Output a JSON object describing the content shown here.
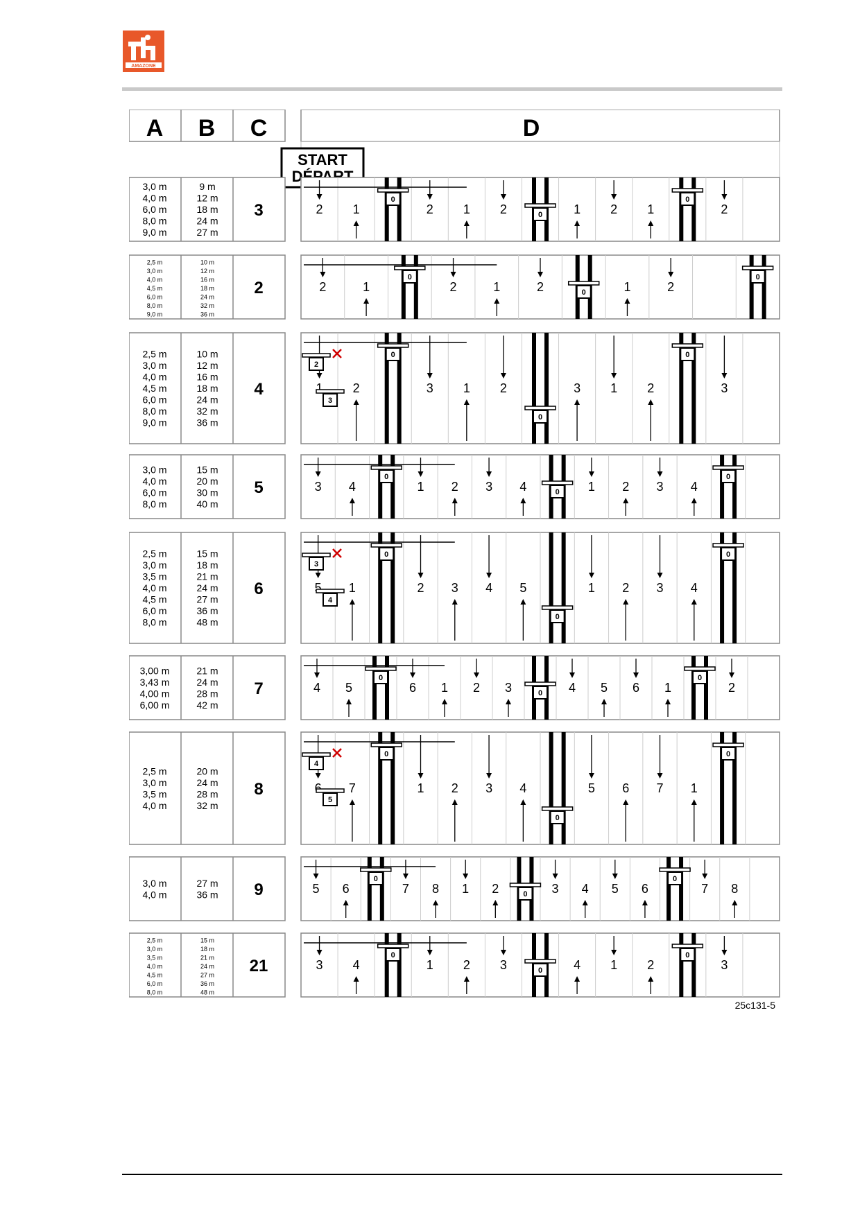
{
  "brand": {
    "logo_text": "AMAZONE",
    "color": "#e8582a"
  },
  "table": {
    "headers": {
      "a": "A",
      "b": "B",
      "c": "C",
      "d": "D"
    },
    "start_label": {
      "line1": "START",
      "line2": "DÉPART"
    },
    "figure_ref": "25c131-5",
    "rows": [
      {
        "a": [
          "3,0 m",
          "4,0 m",
          "6,0 m",
          "8,0 m",
          "9,0 m"
        ],
        "b": [
          "9 m",
          "12 m",
          "18 m",
          "24 m",
          "27 m"
        ],
        "c": "3",
        "track_numbers": [
          "2",
          "1",
          "2",
          "1",
          "2",
          "1",
          "2",
          "1",
          "2"
        ]
      },
      {
        "a": [
          "2,5 m",
          "3,0 m",
          "4,0 m",
          "4,5 m",
          "6,0 m",
          "8,0 m",
          "9,0 m"
        ],
        "b": [
          "10 m",
          "12 m",
          "16 m",
          "18 m",
          "24 m",
          "32 m",
          "36 m"
        ],
        "c": "2",
        "track_numbers": [
          "2",
          "1",
          "2",
          "1",
          "2",
          "1",
          "2"
        ]
      },
      {
        "a": [
          "2,5 m",
          "3,0 m",
          "4,0 m",
          "4,5 m",
          "6,0 m",
          "8,0 m",
          "9,0 m"
        ],
        "b": [
          "10 m",
          "12 m",
          "16 m",
          "18 m",
          "24 m",
          "32 m",
          "36 m"
        ],
        "c": "4",
        "track_numbers": [
          "1",
          "2",
          "3",
          "1",
          "2",
          "3",
          "1",
          "2",
          "3"
        ],
        "tractor_labels": [
          "2",
          "3"
        ]
      },
      {
        "a": [
          "3,0 m",
          "4,0 m",
          "6,0 m",
          "8,0 m"
        ],
        "b": [
          "15 m",
          "20 m",
          "30 m",
          "40 m"
        ],
        "c": "5",
        "track_numbers": [
          "3",
          "4",
          "1",
          "2",
          "3",
          "4",
          "1",
          "2",
          "3",
          "4"
        ]
      },
      {
        "a": [
          "2,5 m",
          "3,0 m",
          "3,5 m",
          "4,0 m",
          "4,5 m",
          "6,0 m",
          "8,0 m"
        ],
        "b": [
          "15 m",
          "18 m",
          "21 m",
          "24 m",
          "27 m",
          "36 m",
          "48 m"
        ],
        "c": "6",
        "track_numbers": [
          "5",
          "1",
          "2",
          "3",
          "4",
          "5",
          "1",
          "2",
          "3",
          "4"
        ],
        "tractor_labels": [
          "3",
          "4"
        ]
      },
      {
        "a": [
          "3,00 m",
          "3,43 m",
          "4,00 m",
          "6,00 m"
        ],
        "b": [
          "21 m",
          "24 m",
          "28 m",
          "42 m"
        ],
        "c": "7",
        "track_numbers": [
          "4",
          "5",
          "6",
          "1",
          "2",
          "3",
          "4",
          "5",
          "6",
          "1",
          "2"
        ]
      },
      {
        "a": [
          "2,5 m",
          "3,0 m",
          "3,5 m",
          "4,0 m"
        ],
        "b": [
          "20 m",
          "24 m",
          "28 m",
          "32 m"
        ],
        "c": "8",
        "track_numbers": [
          "6",
          "7",
          "1",
          "2",
          "3",
          "4",
          "5",
          "6",
          "7",
          "1"
        ],
        "tractor_labels": [
          "4",
          "5"
        ]
      },
      {
        "a": [
          "3,0 m",
          "4,0 m"
        ],
        "b": [
          "27 m",
          "36 m"
        ],
        "c": "9",
        "track_numbers": [
          "5",
          "6",
          "7",
          "8",
          "1",
          "2",
          "3",
          "4",
          "5",
          "6",
          "7",
          "8"
        ]
      },
      {
        "a": [
          "2,5 m",
          "3,0 m",
          "3,5 m",
          "4,0 m",
          "4,5 m",
          "6,0 m",
          "8,0 m"
        ],
        "b": [
          "15 m",
          "18 m",
          "21 m",
          "24 m",
          "27 m",
          "36 m",
          "48 m"
        ],
        "c": "21",
        "track_numbers": [
          "3",
          "4",
          "1",
          "2",
          "3",
          "4",
          "1",
          "2",
          "3"
        ]
      }
    ],
    "tramline_label": "0"
  }
}
